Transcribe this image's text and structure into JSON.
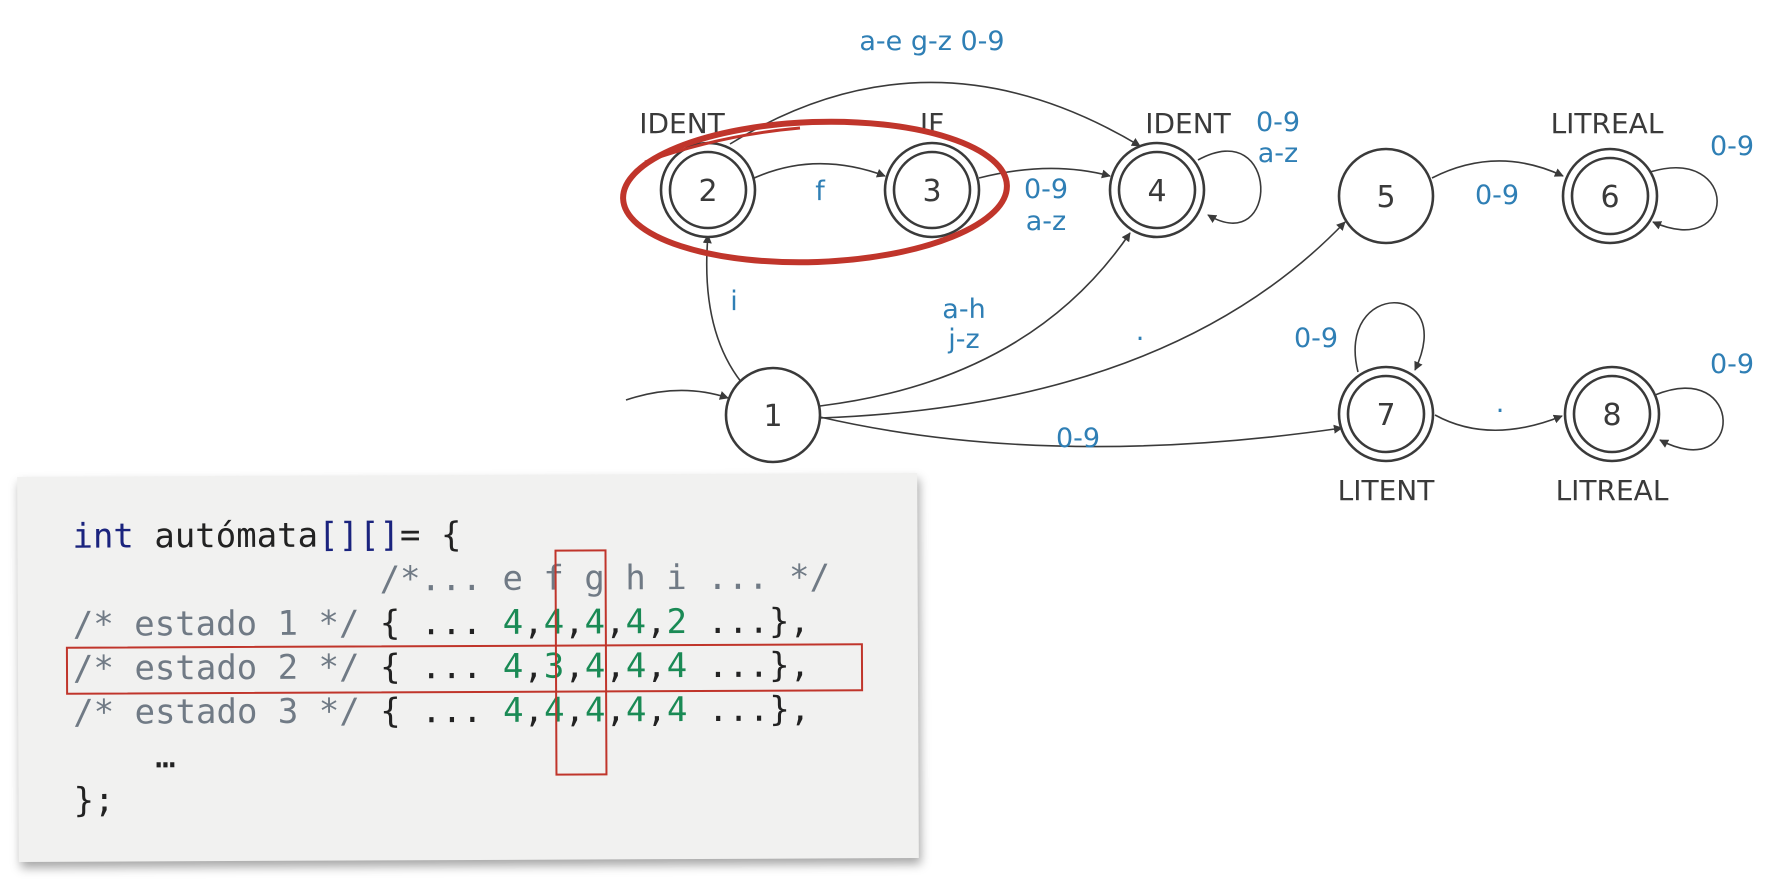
{
  "nodes": [
    {
      "id": "1",
      "label": "1",
      "accepting": false,
      "state_name": ""
    },
    {
      "id": "2",
      "label": "2",
      "accepting": true,
      "state_name": "IDENT"
    },
    {
      "id": "3",
      "label": "3",
      "accepting": true,
      "state_name": "IF"
    },
    {
      "id": "4",
      "label": "4",
      "accepting": true,
      "state_name": "IDENT"
    },
    {
      "id": "5",
      "label": "5",
      "accepting": false,
      "state_name": ""
    },
    {
      "id": "6",
      "label": "6",
      "accepting": true,
      "state_name": "LITREAL"
    },
    {
      "id": "7",
      "label": "7",
      "accepting": true,
      "state_name": "LITENT"
    },
    {
      "id": "8",
      "label": "8",
      "accepting": true,
      "state_name": "LITREAL"
    }
  ],
  "edges": [
    {
      "from": "1",
      "to": "2",
      "label": "i"
    },
    {
      "from": "2",
      "to": "3",
      "label": "f"
    },
    {
      "from": "2",
      "to": "4",
      "label": "a-e g-z 0-9"
    },
    {
      "from": "3",
      "to": "4",
      "label_line1": "0-9",
      "label_line2": "a-z"
    },
    {
      "from": "4",
      "to": "4",
      "label_line1": "0-9",
      "label_line2": "a-z"
    },
    {
      "from": "1",
      "to": "4",
      "label_line1": "a-h",
      "label_line2": "j-z"
    },
    {
      "from": "1",
      "to": "5",
      "label": "."
    },
    {
      "from": "5",
      "to": "6",
      "label": "0-9"
    },
    {
      "from": "6",
      "to": "6",
      "label": "0-9"
    },
    {
      "from": "1",
      "to": "7",
      "label": "0-9"
    },
    {
      "from": "7",
      "to": "7",
      "label": "0-9"
    },
    {
      "from": "7",
      "to": "8",
      "label": "."
    },
    {
      "from": "8",
      "to": "8",
      "label": "0-9"
    }
  ],
  "code": {
    "line1": {
      "kw": "int",
      "name": " autómata",
      "brackets": "[][]",
      "rest": "= {"
    },
    "header": {
      "indent": "               ",
      "comment": "/*... e f g h i ... */"
    },
    "rows": [
      {
        "comment": "/* estado 1 */",
        "open": " { ... ",
        "v1": "4",
        "v2": "4",
        "v3": "4",
        "v4": "4",
        "v5": "2",
        "close": " ...},"
      },
      {
        "comment": "/* estado 2 */",
        "open": " { ... ",
        "v1": "4",
        "v2": "3",
        "v3": "4",
        "v4": "4",
        "v5": "4",
        "close": " ...},"
      },
      {
        "comment": "/* estado 3 */",
        "open": " { ... ",
        "v1": "4",
        "v2": "4",
        "v3": "4",
        "v4": "4",
        "v5": "4",
        "close": " ...},"
      }
    ],
    "ellipsis": "    …",
    "closing": "};"
  },
  "colors": {
    "edge_label": "#2f7fb5",
    "highlight": "#c0352b",
    "numbers": "#1a8a55",
    "keyword": "#1a237e"
  }
}
